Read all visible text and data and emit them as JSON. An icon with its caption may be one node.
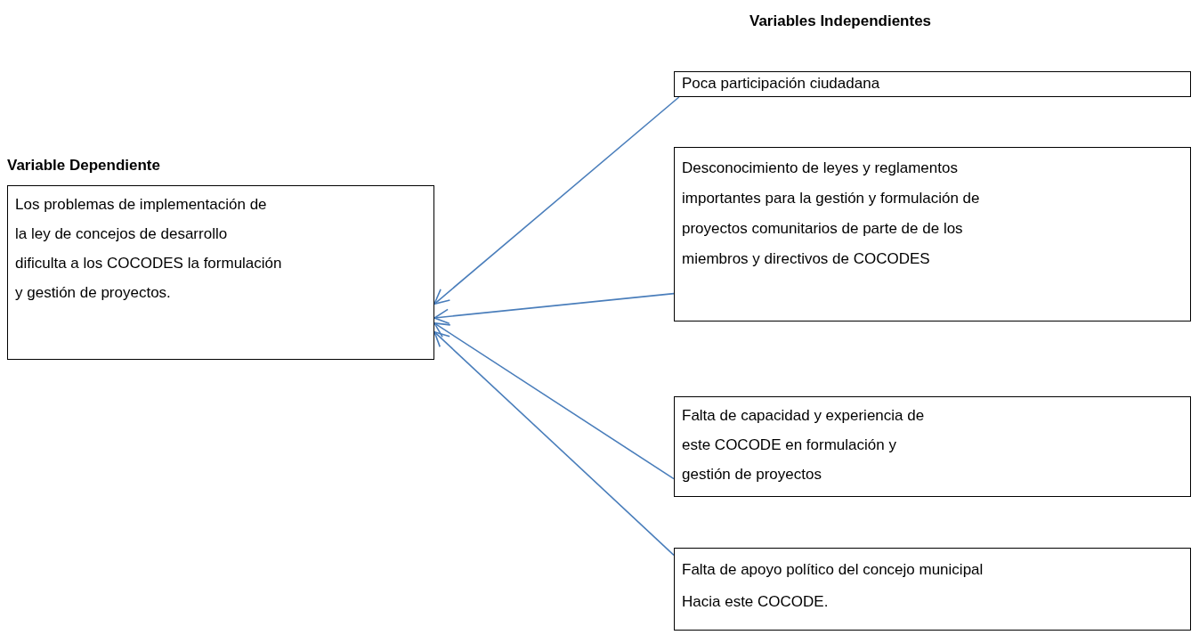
{
  "diagram": {
    "nodes": [
      {
        "text": [
          "Variable Dependiente",
          "Los problemas de implementación de la ley de concejos de desarrollo dificulta a los COCODES la formulación y gestión de proyectos."
        ]
      },
      {
        "text": [
          "Variables Independientes",
          "Poca participación ciudadana"
        ]
      },
      {
        "text": [
          "Desconocimiento de leyes y reglamentos importantes para la gestión y formulación de proyectos comunitarios de parte de de los miembros y directivos de COCODES"
        ]
      },
      {
        "text": [
          "Falta de capacidad y experiencia de este COCODE en formulación y gestión de proyectos"
        ]
      },
      {
        "text": [
          "Falta de apoyo político del concejo municipal Hacia este COCODE."
        ]
      }
    ],
    "edges": [
      {
        "from": 1,
        "to": 0,
        "arrow": "to"
      },
      {
        "from": 2,
        "to": 0,
        "arrow": "to"
      },
      {
        "from": 3,
        "to": 0,
        "arrow": "to"
      },
      {
        "from": 4,
        "to": 0,
        "arrow": "to"
      }
    ]
  }
}
